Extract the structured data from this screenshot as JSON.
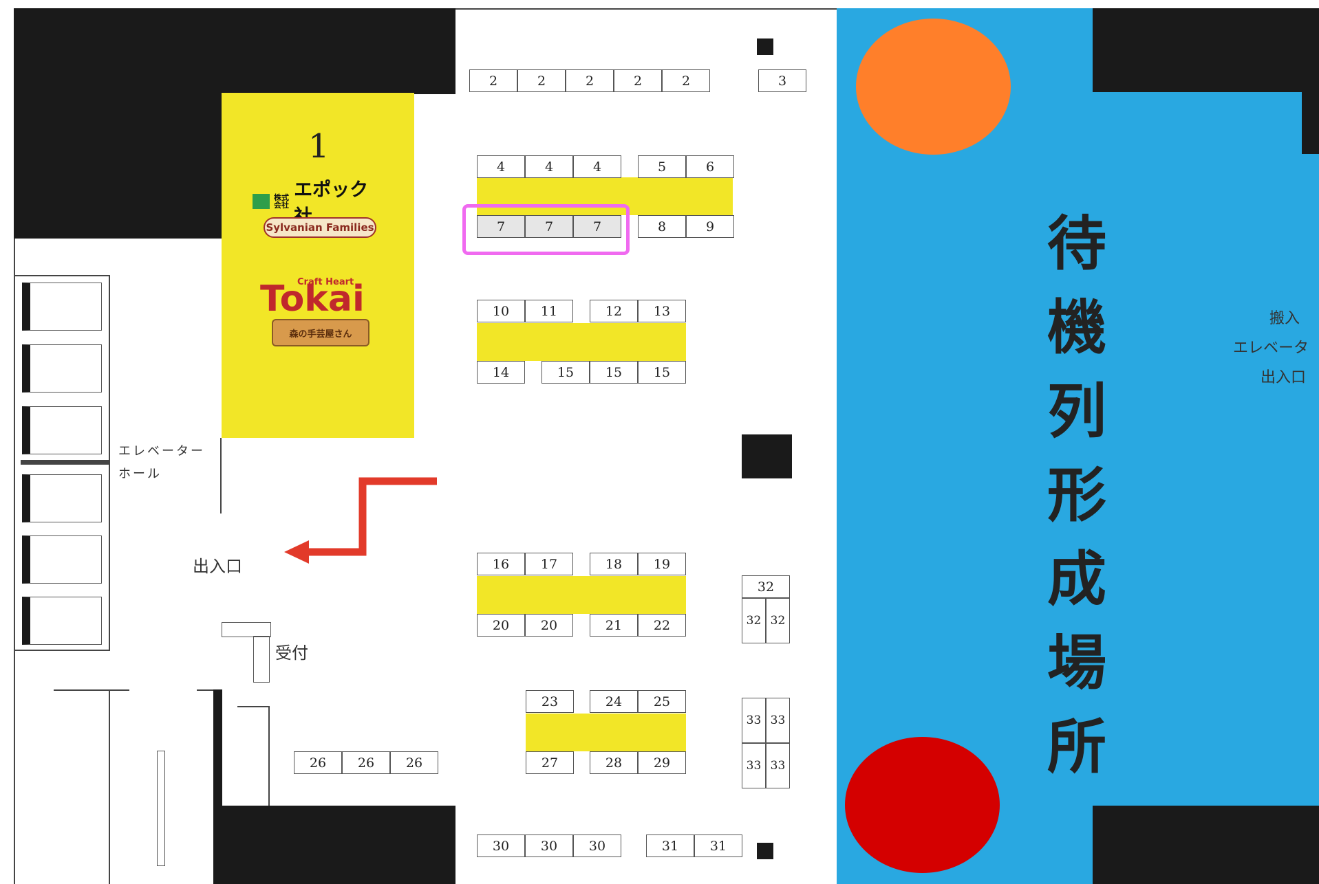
{
  "booths": [
    {
      "label": "2",
      "group": "top-row"
    },
    {
      "label": "2",
      "group": "top-row"
    },
    {
      "label": "2",
      "group": "top-row"
    },
    {
      "label": "2",
      "group": "top-row"
    },
    {
      "label": "2",
      "group": "top-row"
    },
    {
      "label": "3",
      "group": "top-right"
    },
    {
      "label": "4",
      "group": "block-a-top"
    },
    {
      "label": "4",
      "group": "block-a-top"
    },
    {
      "label": "4",
      "group": "block-a-top"
    },
    {
      "label": "5",
      "group": "block-a-top"
    },
    {
      "label": "6",
      "group": "block-a-top"
    },
    {
      "label": "7",
      "group": "block-a-bottom",
      "highlighted": true
    },
    {
      "label": "7",
      "group": "block-a-bottom",
      "highlighted": true
    },
    {
      "label": "7",
      "group": "block-a-bottom",
      "highlighted": true
    },
    {
      "label": "8",
      "group": "block-a-bottom"
    },
    {
      "label": "9",
      "group": "block-a-bottom"
    },
    {
      "label": "10",
      "group": "block-b-top"
    },
    {
      "label": "11",
      "group": "block-b-top"
    },
    {
      "label": "12",
      "group": "block-b-top"
    },
    {
      "label": "13",
      "group": "block-b-top"
    },
    {
      "label": "14",
      "group": "block-b-bottom"
    },
    {
      "label": "15",
      "group": "block-b-bottom"
    },
    {
      "label": "15",
      "group": "block-b-bottom"
    },
    {
      "label": "15",
      "group": "block-b-bottom"
    },
    {
      "label": "16",
      "group": "block-c-top"
    },
    {
      "label": "17",
      "group": "block-c-top"
    },
    {
      "label": "18",
      "group": "block-c-top"
    },
    {
      "label": "19",
      "group": "block-c-top"
    },
    {
      "label": "20",
      "group": "block-c-bottom"
    },
    {
      "label": "20",
      "group": "block-c-bottom"
    },
    {
      "label": "21",
      "group": "block-c-bottom"
    },
    {
      "label": "22",
      "group": "block-c-bottom"
    },
    {
      "label": "23",
      "group": "block-d-top"
    },
    {
      "label": "24",
      "group": "block-d-top"
    },
    {
      "label": "25",
      "group": "block-d-top"
    },
    {
      "label": "27",
      "group": "block-d-bottom"
    },
    {
      "label": "28",
      "group": "block-d-bottom"
    },
    {
      "label": "29",
      "group": "block-d-bottom"
    },
    {
      "label": "26",
      "group": "left-row"
    },
    {
      "label": "26",
      "group": "left-row"
    },
    {
      "label": "26",
      "group": "left-row"
    },
    {
      "label": "30",
      "group": "bottom-row"
    },
    {
      "label": "30",
      "group": "bottom-row"
    },
    {
      "label": "30",
      "group": "bottom-row"
    },
    {
      "label": "31",
      "group": "bottom-row"
    },
    {
      "label": "31",
      "group": "bottom-row"
    },
    {
      "label": "32",
      "group": "right-column"
    },
    {
      "label": "32",
      "group": "right-column"
    },
    {
      "label": "32",
      "group": "right-column"
    },
    {
      "label": "33",
      "group": "right-column"
    },
    {
      "label": "33",
      "group": "right-column"
    },
    {
      "label": "33",
      "group": "right-column"
    },
    {
      "label": "33",
      "group": "right-column"
    }
  ],
  "highlight_color": "#f06af0",
  "sponsor_area": {
    "number": "1",
    "logo_epoch": "エポック社",
    "logo_epoch_small": "株式会社",
    "logo_sylvanian": "Sylvanian Families",
    "logo_tokai_tagline": "Craft Heart",
    "logo_tokai": "Tokai",
    "logo_tokai_sub": "森の手芸屋さん"
  },
  "labels": {
    "elevator_hall_line1": "エレベーター",
    "elevator_hall_line2": "ホール",
    "entrance": "出入口",
    "reception": "受付",
    "loading_line1": "搬入",
    "loading_line2": "エレベータ",
    "loading_line3": "出入口"
  },
  "waiting_area": {
    "chars": [
      "待",
      "機",
      "列",
      "形",
      "成",
      "場",
      "所"
    ]
  },
  "colors": {
    "wall": "#1a1a1a",
    "booth_fill": "#f2e627",
    "waiting_area": "#29a8e1",
    "arrow": "#e23a2a",
    "circle_top": "#ff7f2a",
    "circle_bottom": "#d40000"
  }
}
